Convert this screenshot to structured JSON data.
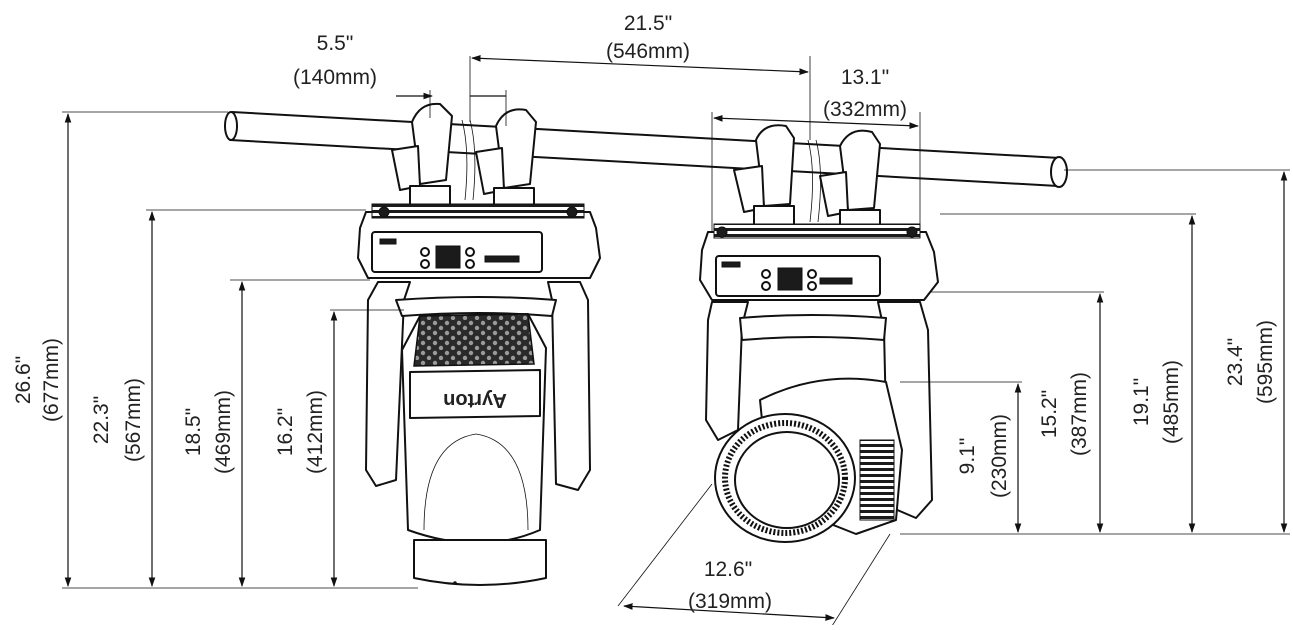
{
  "dimensions": {
    "clamp_spacing": {
      "imperial": "5.5\"",
      "metric": "(140mm)"
    },
    "outer_width": {
      "imperial": "21.5\"",
      "metric": "(546mm)"
    },
    "base_width": {
      "imperial": "13.1\"",
      "metric": "(332mm)"
    },
    "total_height": {
      "imperial": "26.6\"",
      "metric": "(677mm)"
    },
    "base_to_bottom": {
      "imperial": "22.3\"",
      "metric": "(567mm)"
    },
    "yoke_to_bottom": {
      "imperial": "18.5\"",
      "metric": "(469mm)"
    },
    "head_to_bottom": {
      "imperial": "16.2\"",
      "metric": "(412mm)"
    },
    "lens_center": {
      "imperial": "9.1\"",
      "metric": "(230mm)"
    },
    "yoke_side": {
      "imperial": "15.2\"",
      "metric": "(387mm)"
    },
    "base_side": {
      "imperial": "19.1\"",
      "metric": "(485mm)"
    },
    "total_side": {
      "imperial": "23.4\"",
      "metric": "(595mm)"
    },
    "lens_diameter": {
      "imperial": "12.6\"",
      "metric": "(319mm)"
    }
  },
  "logo_text": "Ayrton"
}
